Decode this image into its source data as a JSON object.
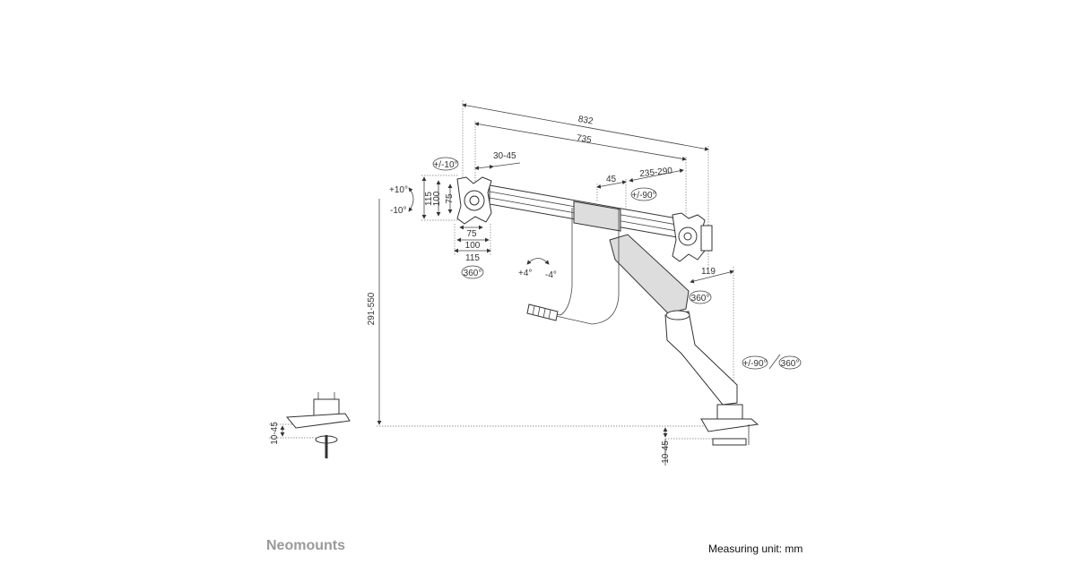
{
  "diagram": {
    "dims": {
      "overall_width": "832",
      "bar_width": "735",
      "plate_offset": "30-45",
      "vesa_v_115": "115",
      "vesa_v_100": "100",
      "vesa_v_75": "75",
      "vesa_h_75": "75",
      "vesa_h_100": "100",
      "vesa_h_115": "115",
      "clamp_gap": "45",
      "slide_range": "235-290",
      "arm_reach": "119",
      "height_range": "291-550",
      "desk_thickness_left": "10-45",
      "desk_thickness_right": "10-45"
    },
    "rotations": {
      "plate_swivel": "+/-10°",
      "tilt_up": "+10°",
      "tilt_down": "-10°",
      "plate_rotate": "360°",
      "bar_tilt_plus": "+4°",
      "bar_tilt_minus": "-4°",
      "bar_swivel": "+/-90°",
      "elbow_rotate": "360°",
      "base_swivel": "+/-90°",
      "base_rotate": "360°"
    }
  },
  "footer": {
    "brand": "Neomounts",
    "measuring_unit": "Measuring unit: mm"
  }
}
